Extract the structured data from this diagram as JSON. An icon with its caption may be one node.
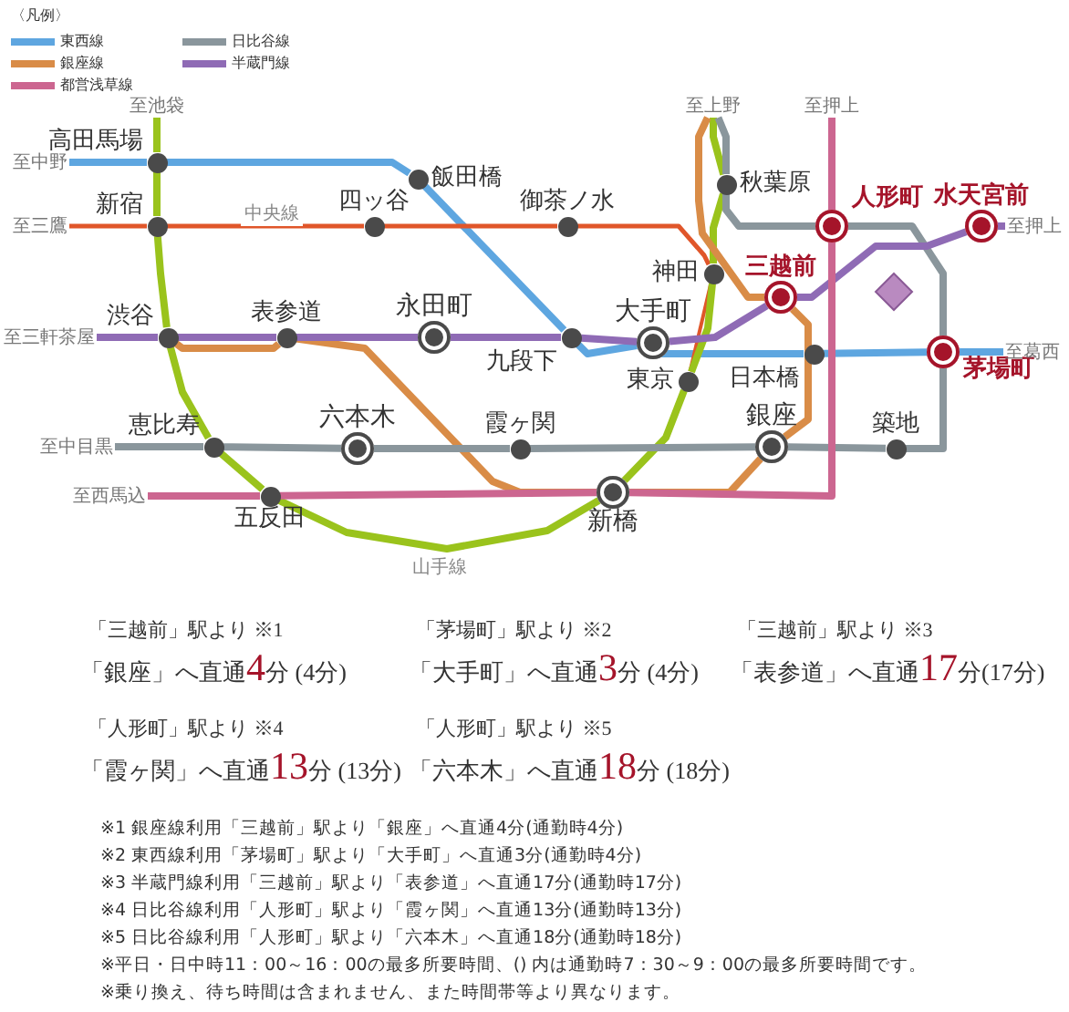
{
  "diagram": {
    "nodes": [
      {
        "text": [
          "至池袋"
        ]
      },
      {
        "text": [
          "高田馬場"
        ]
      },
      {
        "text": [
          "至中野"
        ]
      },
      {
        "text": [
          "飯田橋"
        ]
      },
      {
        "text": [
          "新宿"
        ]
      },
      {
        "text": [
          "至三鷹"
        ]
      },
      {
        "text": [
          "四ッ谷"
        ]
      },
      {
        "text": [
          "御茶ノ水"
        ]
      },
      {
        "text": [
          "至上野"
        ]
      },
      {
        "text": [
          "至押上"
        ]
      },
      {
        "text": [
          "秋葉原"
        ]
      },
      {
        "text": [
          "人形町"
        ]
      },
      {
        "text": [
          "水天宮前"
        ]
      },
      {
        "text": [
          "至押上"
        ]
      },
      {
        "text": [
          "神田"
        ]
      },
      {
        "text": [
          "三越前"
        ]
      },
      {
        "text": [],
        "shape": "diamond"
      },
      {
        "text": [
          "渋谷"
        ]
      },
      {
        "text": [
          "至三軒茶屋"
        ]
      },
      {
        "text": [
          "表参道"
        ]
      },
      {
        "text": [
          "永田町"
        ]
      },
      {
        "text": [
          "九段下"
        ]
      },
      {
        "text": [
          "大手町"
        ]
      },
      {
        "text": [
          "東京"
        ]
      },
      {
        "text": [
          "日本橋"
        ]
      },
      {
        "text": [
          "茅場町"
        ]
      },
      {
        "text": [
          "至葛西"
        ]
      },
      {
        "text": [
          "恵比寿"
        ]
      },
      {
        "text": [
          "至中目黒"
        ]
      },
      {
        "text": [
          "六本木"
        ]
      },
      {
        "text": [
          "霞ヶ関"
        ]
      },
      {
        "text": [
          "銀座"
        ]
      },
      {
        "text": [
          "築地"
        ]
      },
      {
        "text": [
          "至西馬込"
        ]
      },
      {
        "text": [
          "五反田"
        ]
      },
      {
        "text": [
          "新橋"
        ]
      }
    ],
    "edges": [
      {
        "from": 2,
        "to": 1,
        "arrow": "none",
        "color": "#5ea6e0"
      },
      {
        "from": 1,
        "to": 3,
        "arrow": "none",
        "color": "#5ea6e0"
      },
      {
        "from": 3,
        "to": 21,
        "arrow": "none",
        "color": "#5ea6e0"
      },
      {
        "from": 21,
        "to": 22,
        "arrow": "none",
        "color": "#5ea6e0"
      },
      {
        "from": 22,
        "to": 24,
        "arrow": "none",
        "color": "#5ea6e0"
      },
      {
        "from": 24,
        "to": 25,
        "arrow": "none",
        "color": "#5ea6e0"
      },
      {
        "from": 25,
        "to": 26,
        "arrow": "none",
        "color": "#5ea6e0"
      },
      {
        "from": 5,
        "to": 4,
        "arrow": "none",
        "color": "#e0562a"
      },
      {
        "from": 4,
        "to": 6,
        "label": "中央線",
        "arrow": "none",
        "color": "#e0562a"
      },
      {
        "from": 6,
        "to": 7,
        "arrow": "none",
        "color": "#e0562a"
      },
      {
        "from": 7,
        "to": 14,
        "arrow": "none",
        "color": "#e0562a"
      },
      {
        "from": 14,
        "to": 23,
        "arrow": "none",
        "color": "#e0562a"
      },
      {
        "from": 0,
        "to": 1,
        "arrow": "none",
        "color": "#9ac31c"
      },
      {
        "from": 1,
        "to": 4,
        "arrow": "none",
        "color": "#9ac31c"
      },
      {
        "from": 4,
        "to": 17,
        "arrow": "none",
        "color": "#9ac31c"
      },
      {
        "from": 17,
        "to": 27,
        "arrow": "none",
        "color": "#9ac31c"
      },
      {
        "from": 27,
        "to": 34,
        "arrow": "none",
        "color": "#9ac31c"
      },
      {
        "from": 34,
        "to": 35,
        "label": "山手線",
        "arrow": "none",
        "color": "#9ac31c"
      },
      {
        "from": 35,
        "to": 23,
        "arrow": "none",
        "color": "#9ac31c"
      },
      {
        "from": 23,
        "to": 14,
        "arrow": "none",
        "color": "#9ac31c"
      },
      {
        "from": 14,
        "to": 10,
        "arrow": "none",
        "color": "#9ac31c"
      },
      {
        "from": 10,
        "to": 8,
        "arrow": "none",
        "color": "#9ac31c"
      },
      {
        "from": 17,
        "to": 19,
        "arrow": "none",
        "color": "#d98c47"
      },
      {
        "from": 19,
        "to": 35,
        "arrow": "none",
        "color": "#d98c47"
      },
      {
        "from": 35,
        "to": 31,
        "arrow": "none",
        "color": "#d98c47"
      },
      {
        "from": 31,
        "to": 15,
        "arrow": "none",
        "color": "#d98c47"
      },
      {
        "from": 15,
        "to": 8,
        "arrow": "none",
        "color": "#d98c47"
      },
      {
        "from": 28,
        "to": 27,
        "arrow": "none",
        "color": "#8a969c"
      },
      {
        "from": 27,
        "to": 29,
        "arrow": "none",
        "color": "#8a969c"
      },
      {
        "from": 29,
        "to": 30,
        "arrow": "none",
        "color": "#8a969c"
      },
      {
        "from": 30,
        "to": 31,
        "arrow": "none",
        "color": "#8a969c"
      },
      {
        "from": 31,
        "to": 32,
        "arrow": "none",
        "color": "#8a969c"
      },
      {
        "from": 32,
        "to": 25,
        "arrow": "none",
        "color": "#8a969c"
      },
      {
        "from": 25,
        "to": 11,
        "arrow": "none",
        "color": "#8a969c"
      },
      {
        "from": 11,
        "to": 10,
        "arrow": "none",
        "color": "#8a969c"
      },
      {
        "from": 10,
        "to": 8,
        "arrow": "none",
        "color": "#8a969c"
      },
      {
        "from": 18,
        "to": 17,
        "arrow": "none",
        "color": "#8f6bb5"
      },
      {
        "from": 17,
        "to": 19,
        "arrow": "none",
        "color": "#8f6bb5"
      },
      {
        "from": 19,
        "to": 20,
        "arrow": "none",
        "color": "#8f6bb5"
      },
      {
        "from": 20,
        "to": 21,
        "arrow": "none",
        "color": "#8f6bb5"
      },
      {
        "from": 21,
        "to": 22,
        "arrow": "none",
        "color": "#8f6bb5"
      },
      {
        "from": 22,
        "to": 15,
        "arrow": "none",
        "color": "#8f6bb5"
      },
      {
        "from": 15,
        "to": 12,
        "arrow": "none",
        "color": "#8f6bb5"
      },
      {
        "from": 12,
        "to": 13,
        "arrow": "none",
        "color": "#8f6bb5"
      },
      {
        "from": 33,
        "to": 34,
        "arrow": "none",
        "color": "#cc6690"
      },
      {
        "from": 34,
        "to": 35,
        "arrow": "none",
        "color": "#cc6690"
      },
      {
        "from": 35,
        "to": 11,
        "arrow": "none",
        "color": "#cc6690"
      },
      {
        "from": 11,
        "to": 9,
        "arrow": "none",
        "color": "#cc6690"
      }
    ],
    "labels": [
      "〈凡例〉",
      "「三越前」駅より ※1",
      "「銀座」へ直通**4**分 (4分)",
      "「茅場町」駅より ※2",
      "「大手町」へ直通**3**分 (4分)",
      "「三越前」駅より ※3",
      "「表参道」へ直通**17**分(17分)",
      "「人形町」駅より ※4",
      "「霞ヶ関」へ直通**13**分 (13分)",
      "「人形町」駅より ※5",
      "「六本木」へ直通**18**分 (18分)",
      "※1 銀座線利用「三越前」駅より「銀座」へ直通4分(通勤時4分)",
      "※2 東西線利用「茅場町」駅より「大手町」へ直通3分(通勤時4分)",
      "※3 半蔵門線利用「三越前」駅より「表参道」へ直通17分(通勤時17分)",
      "※4 日比谷線利用「人形町」駅より「霞ヶ関」へ直通13分(通勤時13分)",
      "※5 日比谷線利用「人形町」駅より「六本木」へ直通18分(通勤時18分)",
      "※平日・日中時11：00～16：00の最多所要時間、() 内は通勤時7：30～9：00の最多所要時間です。",
      "※乗り換え、待ち時間は含まれません、また時間帯等より異なります。"
    ],
    "legend": [
      {
        "text": "東西線",
        "color": "#5ea6e0"
      },
      {
        "text": "日比谷線",
        "color": "#8a969c"
      },
      {
        "text": "銀座線",
        "color": "#d98c47"
      },
      {
        "text": "半蔵門線",
        "color": "#8f6bb5"
      },
      {
        "text": "都営浅草線",
        "color": "#cc6690"
      }
    ]
  }
}
